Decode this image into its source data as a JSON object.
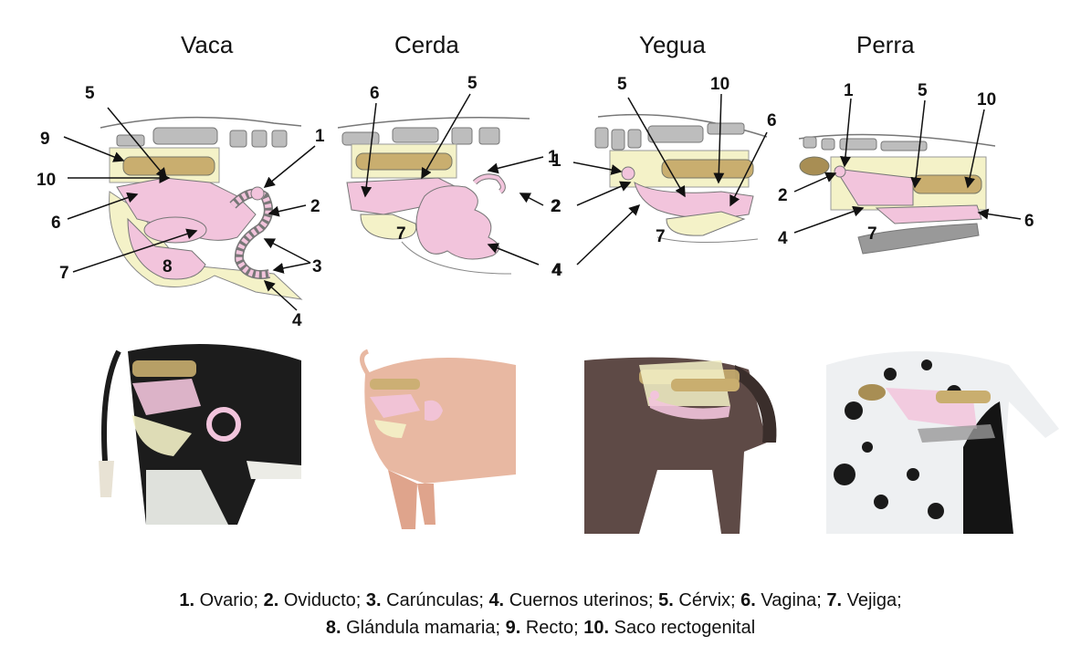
{
  "titles": [
    "Vaca",
    "Cerda",
    "Yegua",
    "Perra"
  ],
  "labels": {
    "cow": [
      "5",
      "9",
      "10",
      "6",
      "7",
      "8",
      "1",
      "2",
      "3",
      "4"
    ],
    "sow": [
      "6",
      "5",
      "7",
      "1",
      "2",
      "4"
    ],
    "mare": [
      "5",
      "10",
      "6",
      "1",
      "2",
      "4",
      "7"
    ],
    "bitch": [
      "1",
      "5",
      "10",
      "2",
      "4",
      "7",
      "6"
    ]
  },
  "legend": [
    [
      {
        "n": "1.",
        "t": "Ovario;"
      },
      {
        "n": "2.",
        "t": "Oviducto;"
      },
      {
        "n": "3.",
        "t": "Carúnculas;"
      },
      {
        "n": "4.",
        "t": "Cuernos uterinos;"
      },
      {
        "n": "5.",
        "t": "Cérvix;"
      },
      {
        "n": "6.",
        "t": "Vagina;"
      },
      {
        "n": "7.",
        "t": "Vejiga;"
      }
    ],
    [
      {
        "n": "8.",
        "t": "Glándula mamaria;"
      },
      {
        "n": "9.",
        "t": "Recto;"
      },
      {
        "n": "10.",
        "t": "Saco rectogenital"
      }
    ]
  ],
  "colors": {
    "reproductive": "#f2c4dc",
    "rectum": "#c9ae6f",
    "bone": "#bdbdbd",
    "bladder_area": "#f4f2c8",
    "outline": "#555555"
  }
}
